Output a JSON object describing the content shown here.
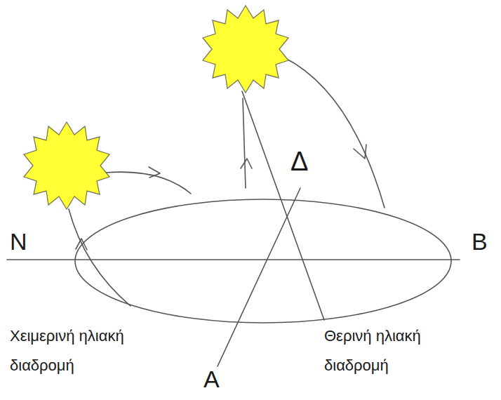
{
  "diagram": {
    "labels": [
      "Δ",
      "Ν",
      "Β",
      "Χειμερινή ηλιακή διαδρομή",
      "Θερινή ηλιακή διαδρομή",
      "Α"
    ]
  }
}
